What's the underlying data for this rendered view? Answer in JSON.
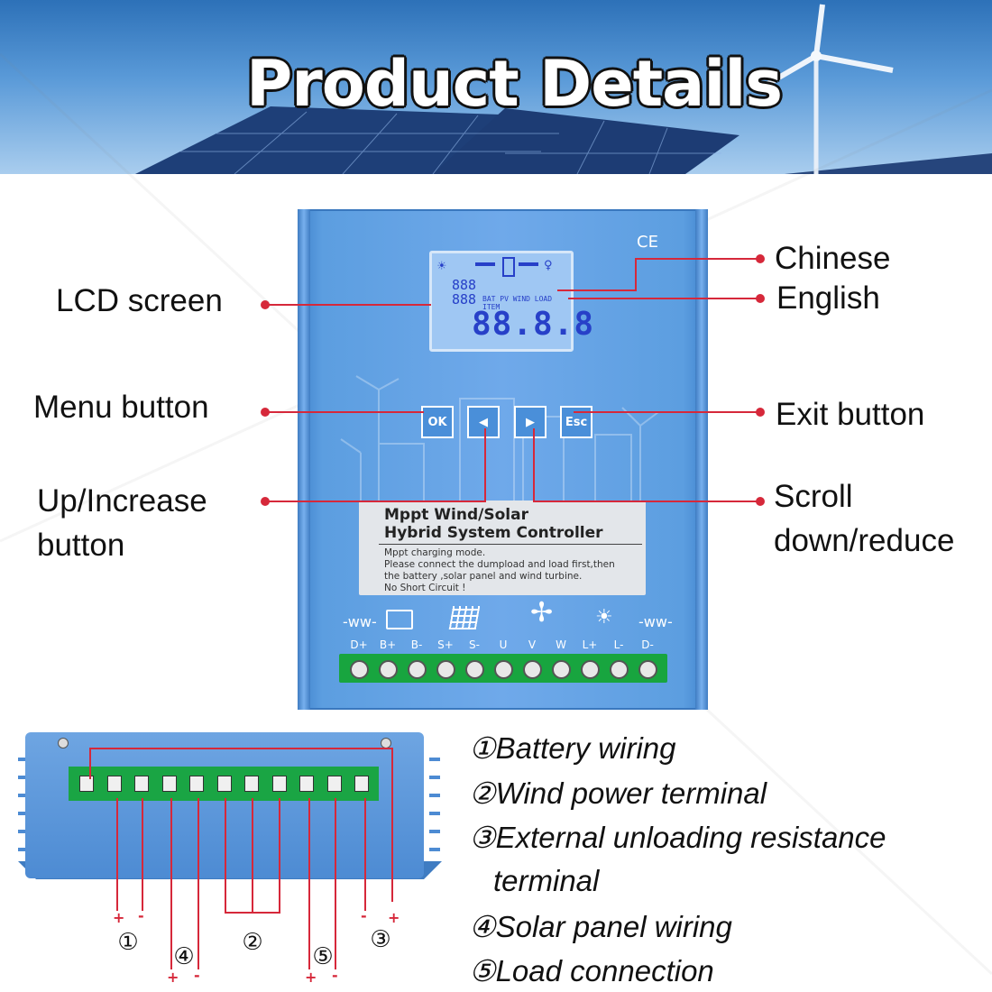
{
  "banner": {
    "title": "Product Details"
  },
  "device": {
    "ce_mark": "CE",
    "lcd": {
      "digits": "88.8.8",
      "small_left": "888",
      "small_left2": "888",
      "small_text": "BAT PV WIND LOAD ITEM"
    },
    "buttons": {
      "ok": "OK",
      "left": "◀",
      "right": "▶",
      "esc": "Esc"
    },
    "label": {
      "title_line1": "Mppt Wind/Solar",
      "title_line2": "Hybrid System Controller",
      "note_line1": "Mppt charging mode.",
      "note_line2": "Please connect the dumpload and load first,then",
      "note_line3": "the battery ,solar panel and wind turbine.",
      "note_line4": "No Short Circuit !"
    },
    "terminals": [
      "D+",
      "B+",
      "B-",
      "S+",
      "S-",
      "U",
      "V",
      "W",
      "L+",
      "L-",
      "D-"
    ]
  },
  "callouts": {
    "lcd_screen": "LCD screen",
    "menu_button": "Menu button",
    "up_increase_line1": "Up/Increase",
    "up_increase_line2": "button",
    "chinese": "Chinese",
    "english": "English",
    "exit_button": "Exit button",
    "scroll_line1": "Scroll",
    "scroll_line2": "down/reduce"
  },
  "bottom_markers": {
    "m1": "①",
    "m2": "②",
    "m3": "③",
    "m4": "④",
    "m5": "⑤",
    "plus": "+",
    "minus": "-"
  },
  "descriptions": [
    "①Battery wiring",
    "②Wind power terminal",
    "③External unloading resistance",
    "terminal",
    "④Solar panel wiring",
    "⑤Load connection"
  ],
  "colors": {
    "callout_line": "#d6283a",
    "terminal_green": "#18a53f",
    "device_blue": "#5c9ee0"
  }
}
